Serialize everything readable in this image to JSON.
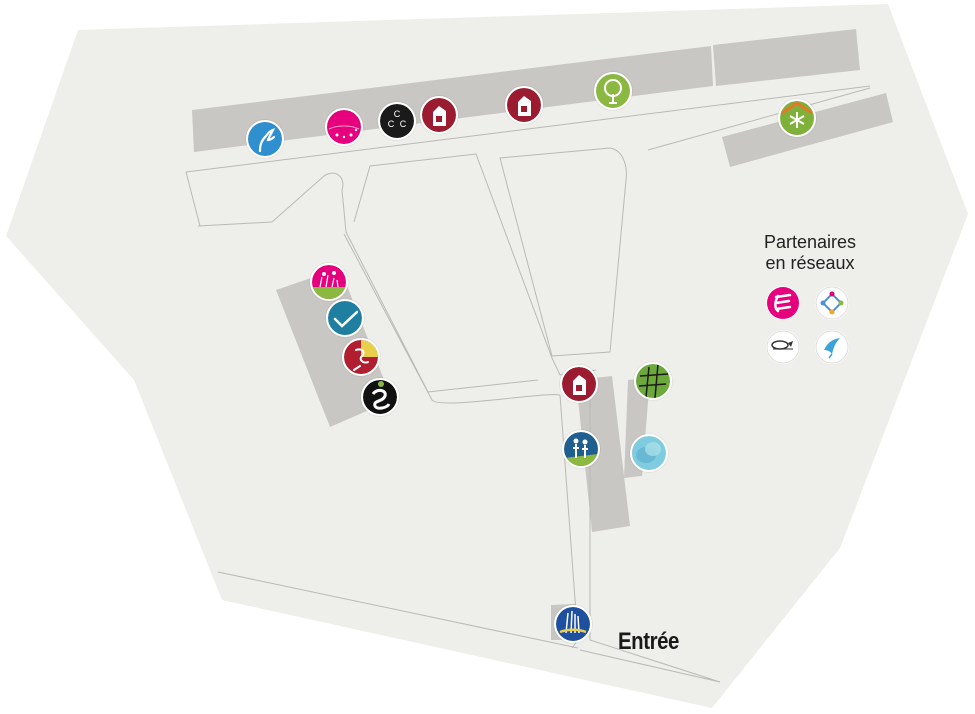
{
  "map": {
    "ground_color": "#eeeeea",
    "building_color": "#c8c7c3",
    "path_color": "#b9b9b5"
  },
  "legend": {
    "title_line1": "Partenaires",
    "title_line2": "en réseaux",
    "partners": [
      {
        "id": "partner-pink-e",
        "icon": "pink-e-logo-icon",
        "color": "#e6007e"
      },
      {
        "id": "partner-network",
        "icon": "colored-network-icon",
        "color": "#4f8fd6"
      },
      {
        "id": "partner-society",
        "icon": "monochrome-society-seal-icon",
        "color": "#333333"
      },
      {
        "id": "partner-bird",
        "icon": "blue-bird-icon",
        "color": "#3aa3d8"
      }
    ]
  },
  "entrance": {
    "label": "Entrée"
  },
  "pins": [
    {
      "id": "pin-blue-hand",
      "icon": "hand-icon",
      "color": "#2f8fcf"
    },
    {
      "id": "pin-pink-stars",
      "icon": "pink-stars-icon",
      "color": "#e6007e"
    },
    {
      "id": "pin-black-ccc",
      "icon": "ccc-letters-icon",
      "color": "#1a1a1a"
    },
    {
      "id": "pin-red-house-1",
      "icon": "dark-red-house-icon",
      "color": "#9b1b30"
    },
    {
      "id": "pin-red-house-2",
      "icon": "dark-red-house-icon",
      "color": "#9b1b30"
    },
    {
      "id": "pin-green-tree",
      "icon": "tree-icon",
      "color": "#8ab840"
    },
    {
      "id": "pin-green-snowflake-house",
      "icon": "snowflake-house-icon",
      "color": "#7fb03a"
    },
    {
      "id": "pin-pink-flowers",
      "icon": "pink-flower-icon",
      "color": "#e6007e"
    },
    {
      "id": "pin-blue-check",
      "icon": "teal-checkmark-icon",
      "color": "#1f7fa0"
    },
    {
      "id": "pin-red-yellow",
      "icon": "red-yellow-figure-icon",
      "color": "#b01e2f"
    },
    {
      "id": "pin-black-swirl",
      "icon": "black-swirl-icon",
      "color": "#111111"
    },
    {
      "id": "pin-red-house-3",
      "icon": "dark-red-house-icon",
      "color": "#9b1b30"
    },
    {
      "id": "pin-green-hash",
      "icon": "green-hash-icon",
      "color": "#6ca83a"
    },
    {
      "id": "pin-blue-people",
      "icon": "people-icon",
      "color": "#1f5f8f"
    },
    {
      "id": "pin-light-blue-blob",
      "icon": "light-blue-blob-icon",
      "color": "#7fcbe0"
    },
    {
      "id": "pin-entrance-reeds",
      "icon": "reed-lake-icon",
      "color": "#1f4f9f"
    }
  ]
}
